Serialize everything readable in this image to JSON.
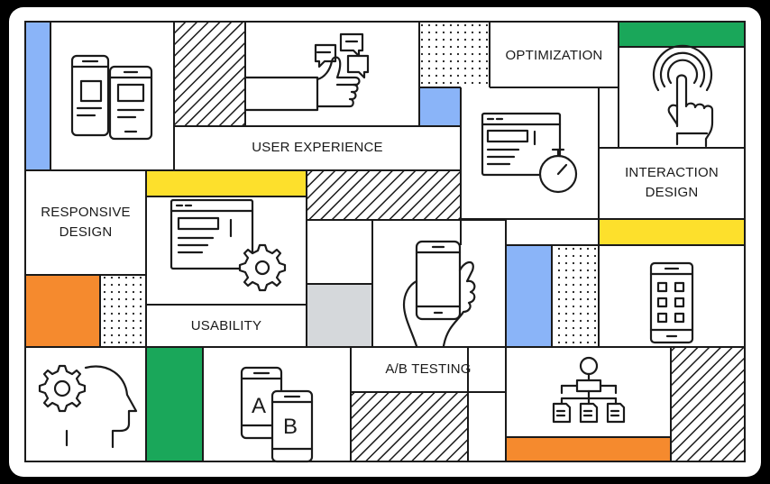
{
  "labels": {
    "optimization": "OPTIMIZATION",
    "user_experience": "USER EXPERIENCE",
    "interaction_design_1": "INTERACTION",
    "interaction_design_2": "DESIGN",
    "responsive_design_1": "RESPONSIVE",
    "responsive_design_2": "DESIGN",
    "usability": "USABILITY",
    "ab_testing": "A/B TESTING"
  },
  "icon_text": {
    "a": "A",
    "b": "B"
  },
  "colors": {
    "blue": "#8ab4f8",
    "green": "#1aa75a",
    "yellow": "#fde02c",
    "orange": "#f58a2e",
    "gray": "#d5d8db",
    "line": "#1a1a1a"
  }
}
